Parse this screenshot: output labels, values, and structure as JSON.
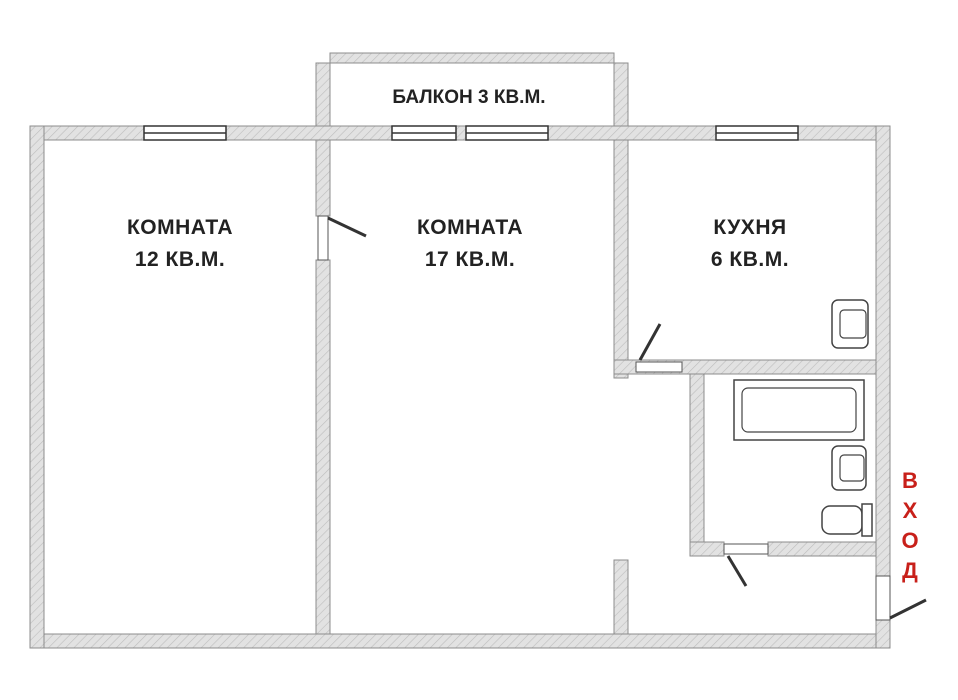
{
  "rooms": {
    "room1": {
      "name": "КОМНАТА",
      "area": "12 КВ.М."
    },
    "room2": {
      "name": "КОМНАТА",
      "area": "17 КВ.М."
    },
    "kitchen": {
      "name": "КУХНЯ",
      "area": "6 КВ.М."
    }
  },
  "balcony": {
    "label": "БАЛКОН 3 КВ.М."
  },
  "entrance": {
    "letters": [
      "В",
      "Х",
      "О",
      "Д"
    ],
    "color": "#c8201a"
  },
  "colors": {
    "wall_fill": "#d9d9d9",
    "wall_stroke": "#8c8c8c",
    "text": "#222222"
  }
}
